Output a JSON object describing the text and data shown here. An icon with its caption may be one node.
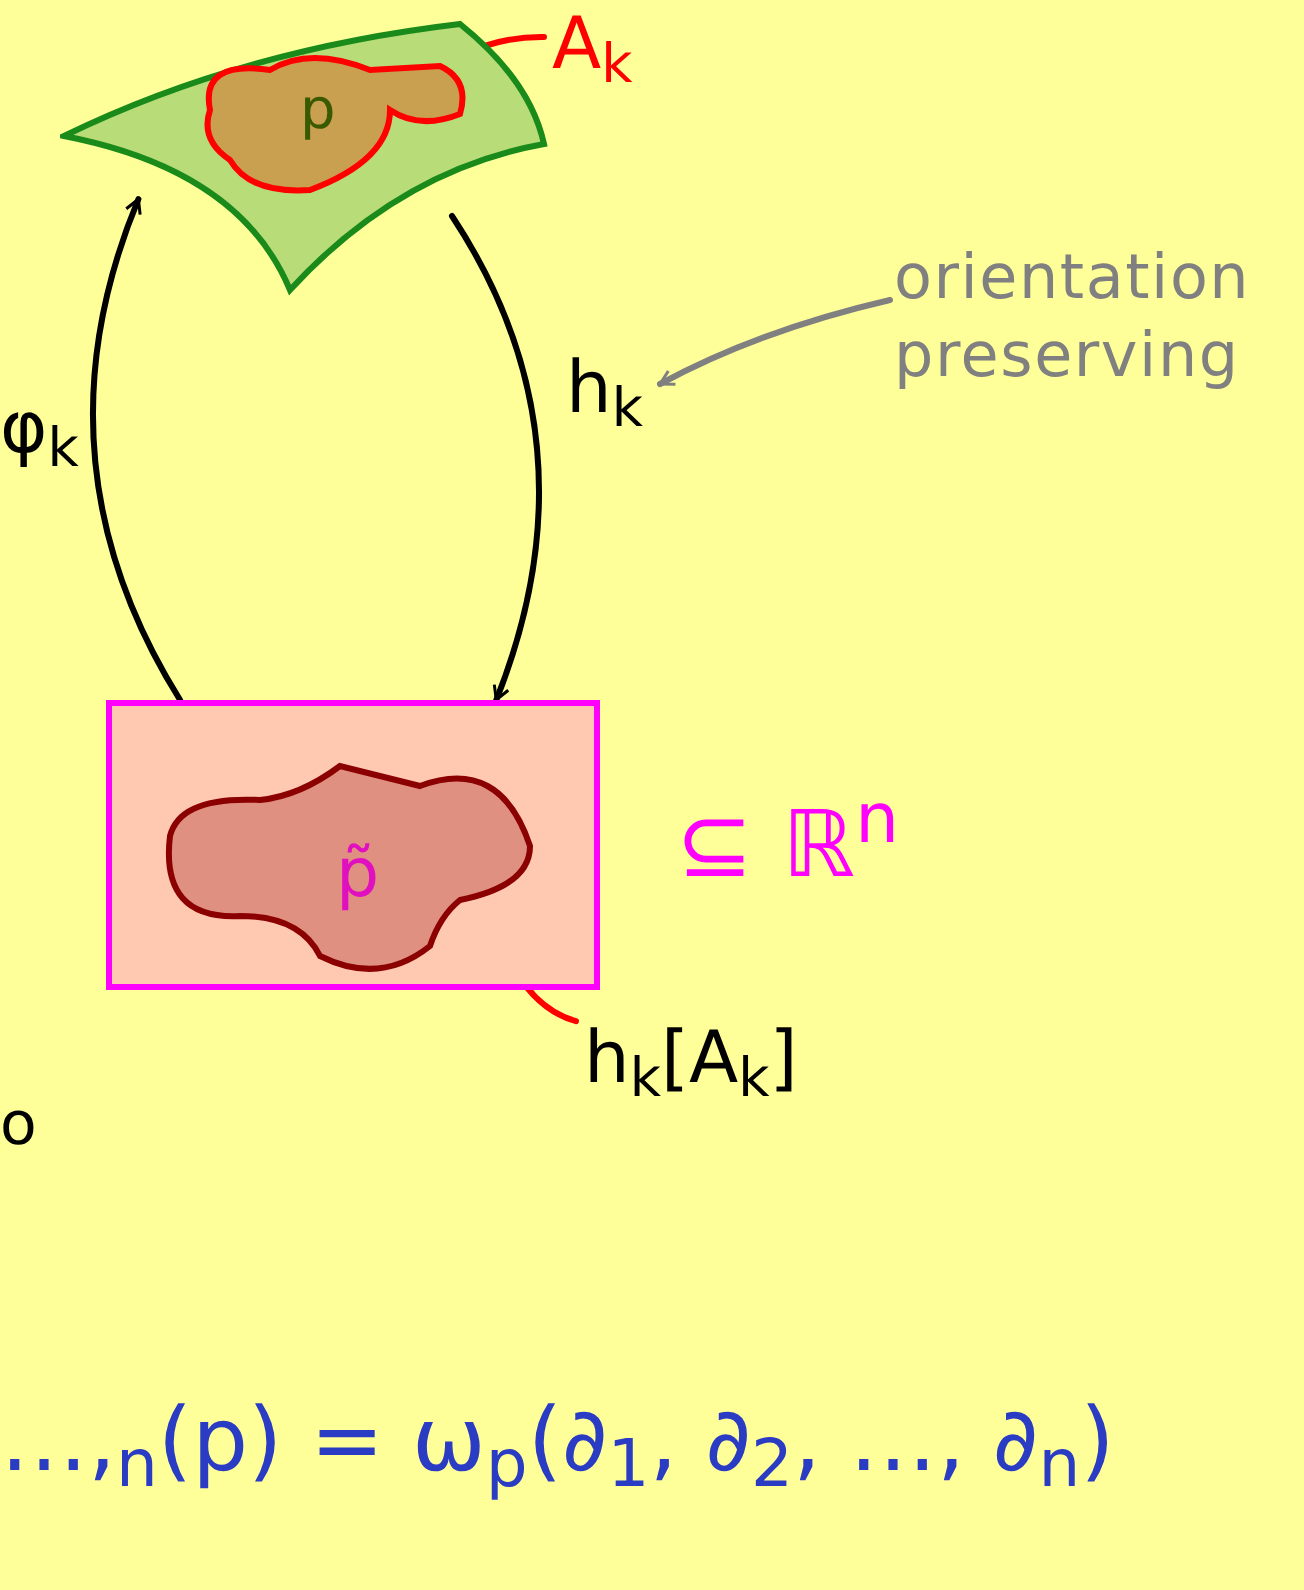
{
  "diagram": {
    "nodes": [
      {
        "text": [],
        "shape": "blob"
      },
      {
        "text": [
          "p"
        ],
        "in": 0
      },
      {
        "text": [
          "A$_{k}$"
        ]
      },
      {
        "text": [],
        "shape": "box"
      },
      {
        "text": [
          "p̃"
        ],
        "in": 3
      },
      {
        "text": [
          "h$_{k}$[A$_{k}$]"
        ]
      },
      {
        "text": [
          "orientation preserving"
        ]
      }
    ],
    "edges": [
      {
        "from": 2,
        "to": 1,
        "arrow": "none",
        "color": "#ff0000"
      },
      {
        "from": 3,
        "to": 0,
        "arrow": "to",
        "label": "φ$_{k}$",
        "color": "#000000"
      },
      {
        "from": 0,
        "to": 3,
        "arrow": "to",
        "label": "h$_{k}$",
        "color": "#000000"
      },
      {
        "from": 6,
        "to": null,
        "arrow": "to",
        "color": "#808080"
      },
      {
        "from": 4,
        "to": 5,
        "arrow": "none",
        "color": "#ff0000"
      }
    ],
    "labels": [
      "⊆ ℝ$^{n}$",
      "o",
      "…,$_{n}$(p) = ω$_{p}$(∂$_{1}$, ∂$_{2}$, …, ∂$_{n}$)"
    ]
  }
}
